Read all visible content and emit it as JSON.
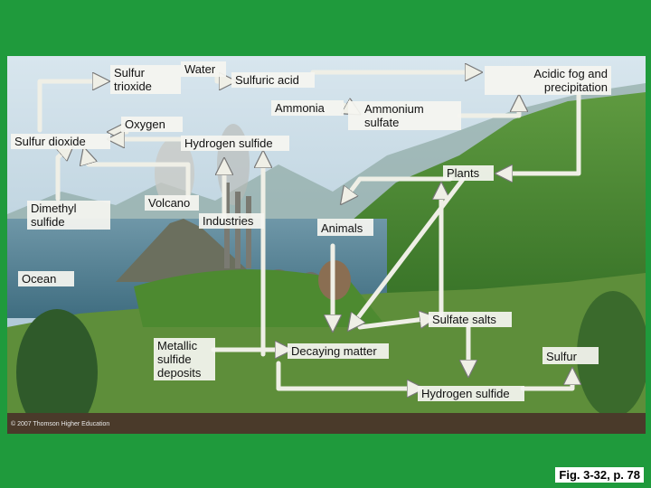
{
  "labels": {
    "sulfur_trioxide": "Sulfur\ntrioxide",
    "water": "Water",
    "sulfuric_acid": "Sulfuric acid",
    "acidic_fog": "Acidic fog and\nprecipitation",
    "ammonia": "Ammonia",
    "ammonium_sulfate": "Ammonium\nsulfate",
    "oxygen": "Oxygen",
    "sulfur_dioxide": "Sulfur dioxide",
    "hydrogen_sulfide_top": "Hydrogen sulfide",
    "plants": "Plants",
    "dimethyl_sulfide": "Dimethyl\nsulfide",
    "volcano": "Volcano",
    "industries": "Industries",
    "animals": "Animals",
    "ocean": "Ocean",
    "sulfate_salts": "Sulfate salts",
    "metallic_sulfide": "Metallic\nsulfide\ndeposits",
    "decaying_matter": "Decaying matter",
    "sulfur": "Sulfur",
    "hydrogen_sulfide_bottom": "Hydrogen sulfide"
  },
  "credit": "© 2007 Thomson Higher Education",
  "caption": "Fig. 3-32, p. 78",
  "colors": {
    "background": "#1f9a3c",
    "sky": "#c9dbe8",
    "arrow": "#efefe6",
    "label_box": "#f5f5f0"
  }
}
